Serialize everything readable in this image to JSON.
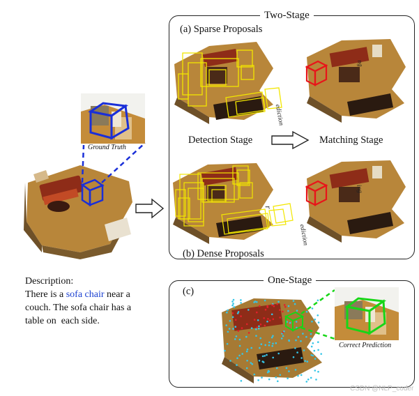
{
  "panels": {
    "two_stage": {
      "title": "Two-Stage",
      "sparse_label": "(a) Sparse Proposals",
      "dense_label": "(b) Dense Proposals",
      "detection_stage": "Detection Stage",
      "matching_stage": "Matching Stage",
      "rotated_text_top": "ediction",
      "rotated_text_mid": "r",
      "rotated_text_bottom": "ediction",
      "rotated_text_sofa_top": "ng",
      "rotated_text_sofa_bottom": "ing"
    },
    "one_stage": {
      "title": "One-Stage",
      "label": "(c)",
      "caption": "Correct Prediction"
    }
  },
  "input": {
    "caption": "Ground Truth"
  },
  "description": {
    "heading": "Description:",
    "line1_prefix": "There is a ",
    "line1_highlight": "sofa chair",
    "line1_suffix": " near a",
    "line2": "couch. The sofa chair has a",
    "line3": "table on  each side."
  },
  "watermark": "CSDN @NLP_coder",
  "colors": {
    "ground_truth_box": "#1a2fd8",
    "proposal_box": "#f2e600",
    "matched_box": "#e8141a",
    "one_stage_box": "#17d617",
    "description_highlight": "#1a3fd0"
  }
}
